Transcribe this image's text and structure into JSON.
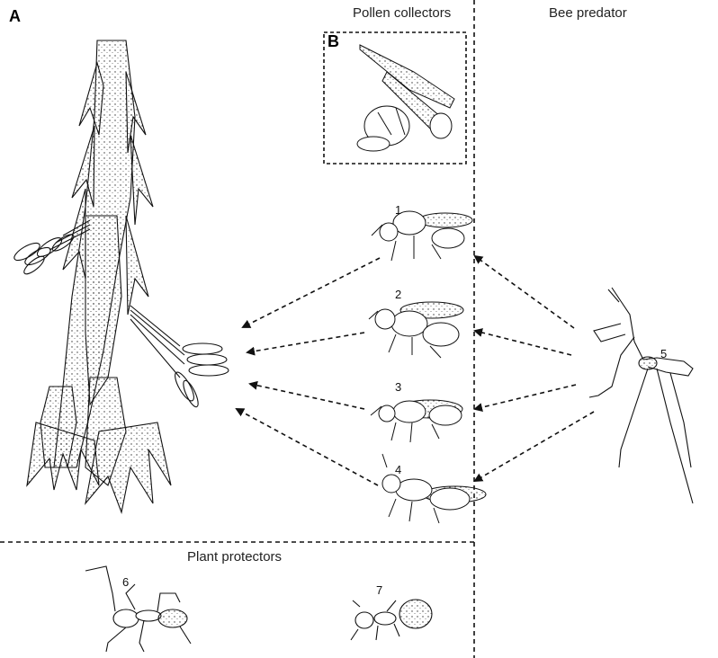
{
  "panels": {
    "a_label": "A",
    "b_label": "B"
  },
  "sections": {
    "pollen_collectors": "Pollen collectors",
    "bee_predator": "Bee predator",
    "plant_protectors": "Plant protectors"
  },
  "specimens": [
    {
      "id": "1",
      "kind": "bee"
    },
    {
      "id": "2",
      "kind": "bee"
    },
    {
      "id": "3",
      "kind": "bee"
    },
    {
      "id": "4",
      "kind": "bee"
    },
    {
      "id": "5",
      "kind": "mantis"
    },
    {
      "id": "6",
      "kind": "ant"
    },
    {
      "id": "7",
      "kind": "ant"
    }
  ],
  "colors": {
    "line": "#111111",
    "background": "#ffffff"
  }
}
